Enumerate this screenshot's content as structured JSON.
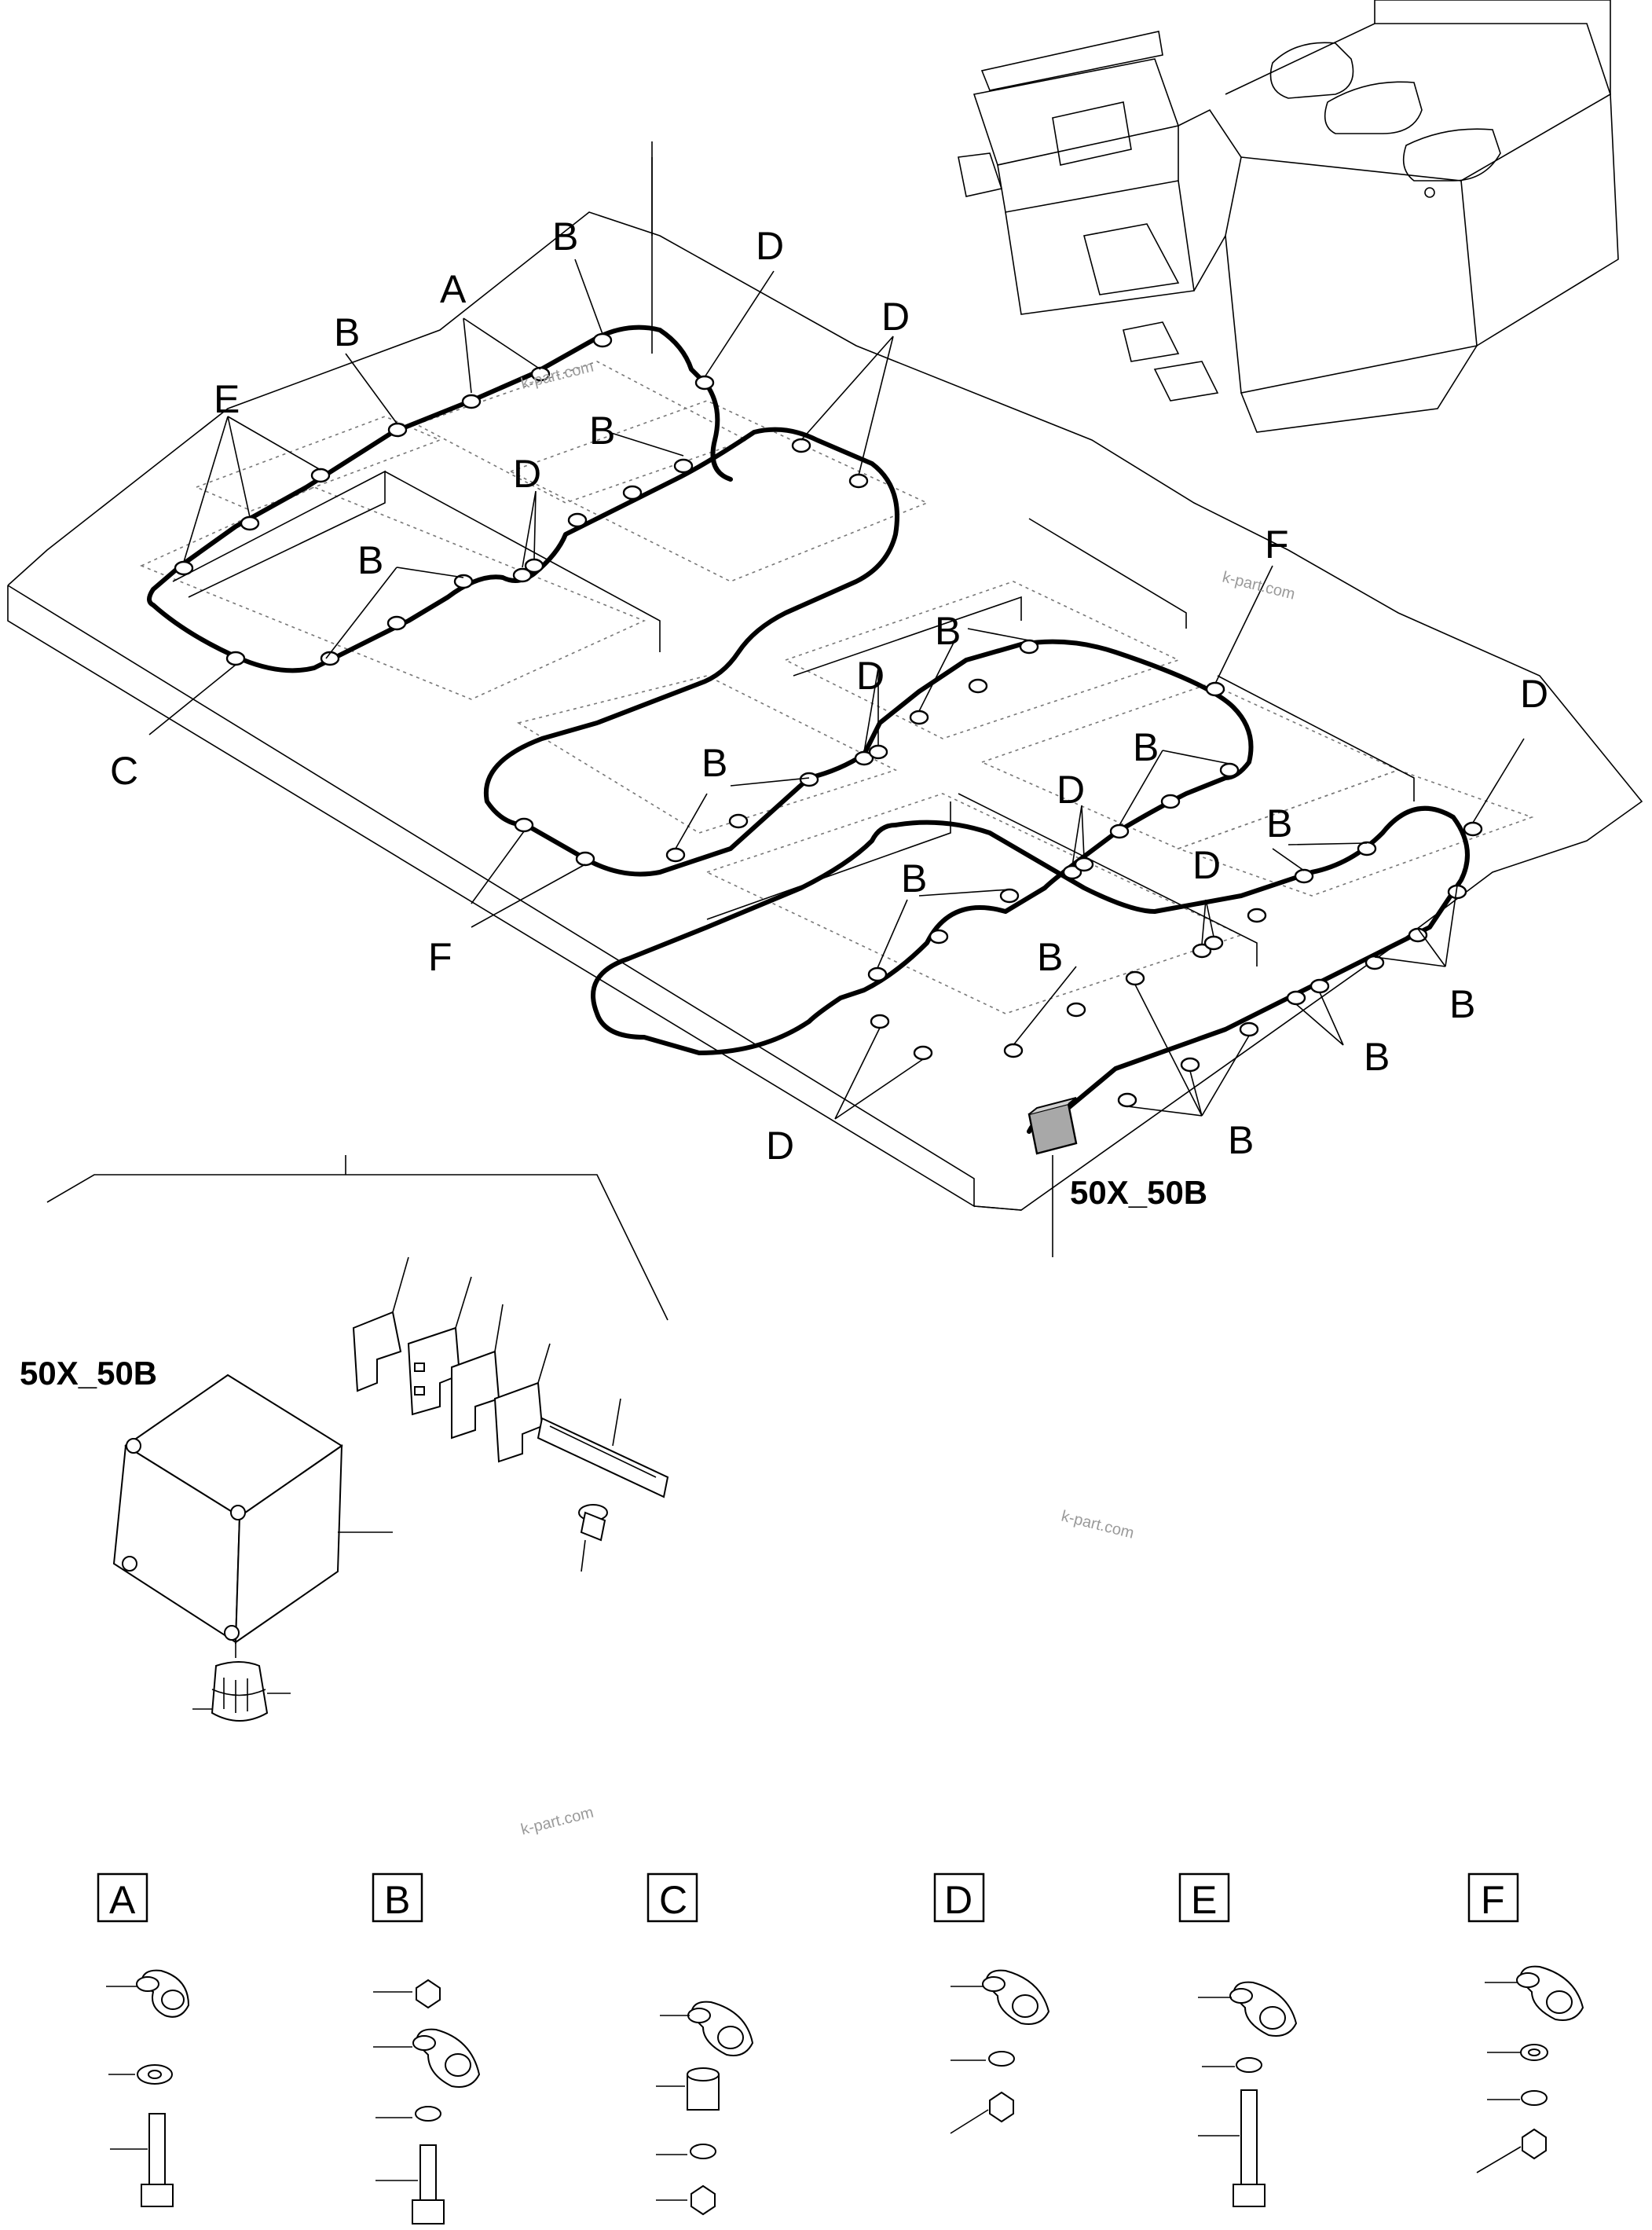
{
  "harness_labels": {
    "A": "A",
    "B": "B",
    "C": "C",
    "D": "D",
    "E": "E",
    "F": "F"
  },
  "connector_label_main": "50X_50B",
  "connector_label_detail": "50X_50B",
  "watermarks": [
    "k-part.com",
    "k-part.com",
    "k-part.com",
    "k-part.com"
  ],
  "legend": [
    {
      "key": "A",
      "label": "A",
      "icon": "clamp-washer-bolt"
    },
    {
      "key": "B",
      "label": "B",
      "icon": "nut-clamp-washer-bolt"
    },
    {
      "key": "C",
      "label": "C",
      "icon": "clamp-spacer-washer-nut"
    },
    {
      "key": "D",
      "label": "D",
      "icon": "clamp-washer-nut"
    },
    {
      "key": "E",
      "label": "E",
      "icon": "clamp-washer-bolt"
    },
    {
      "key": "F",
      "label": "F",
      "icon": "clamp-washer-washer-nut"
    }
  ]
}
